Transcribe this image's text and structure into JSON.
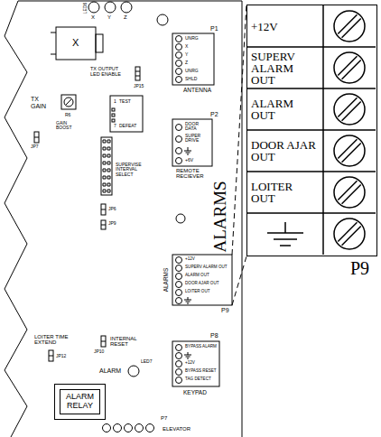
{
  "diagram": {
    "nodes": [
      {
        "text": [
          "+12V",
          "SUPERV ALARM OUT",
          "ALARM OUT",
          "DOOR AJAR OUT",
          "LOITER OUT"
        ]
      },
      {
        "text": [
          "ALARM RELAY"
        ]
      }
    ],
    "labels": [
      "X",
      "LED6",
      "X",
      "Y",
      "Z",
      "P1",
      "UNRG",
      "X",
      "Y",
      "Z",
      "UNRG",
      "SHLD",
      "ANTENNA",
      "TX OUTPUT LED ENABLE",
      "JP15",
      "TX GAIN",
      "R6",
      "GAIN BOOST",
      "JP7",
      "1",
      "TEST",
      "7",
      "DEFEAT",
      "P2",
      "DOOR DATA",
      "SUPER DRIVE",
      "+6V",
      "REMOTE RECIEVER",
      "SUPERVISE INTERVAL SELECT",
      "JP6",
      "JP9",
      "+12V",
      "SUPERV ALARM OUT",
      "ALARM OUT",
      "DOOR AJAR OUT",
      "LOITER OUT",
      "ALARMS",
      "P9",
      "LOITER TIME EXTEND",
      "JP12",
      "JP10",
      "INTERNAL RESET",
      "ALARM",
      "LED7",
      "P8",
      "BYPASS ALARM",
      "+12V",
      "BYPASS RESET",
      "TAG DETECT",
      "KEYPAD",
      "P7",
      "ELEVATOR",
      "ALARMS",
      "P9"
    ]
  }
}
